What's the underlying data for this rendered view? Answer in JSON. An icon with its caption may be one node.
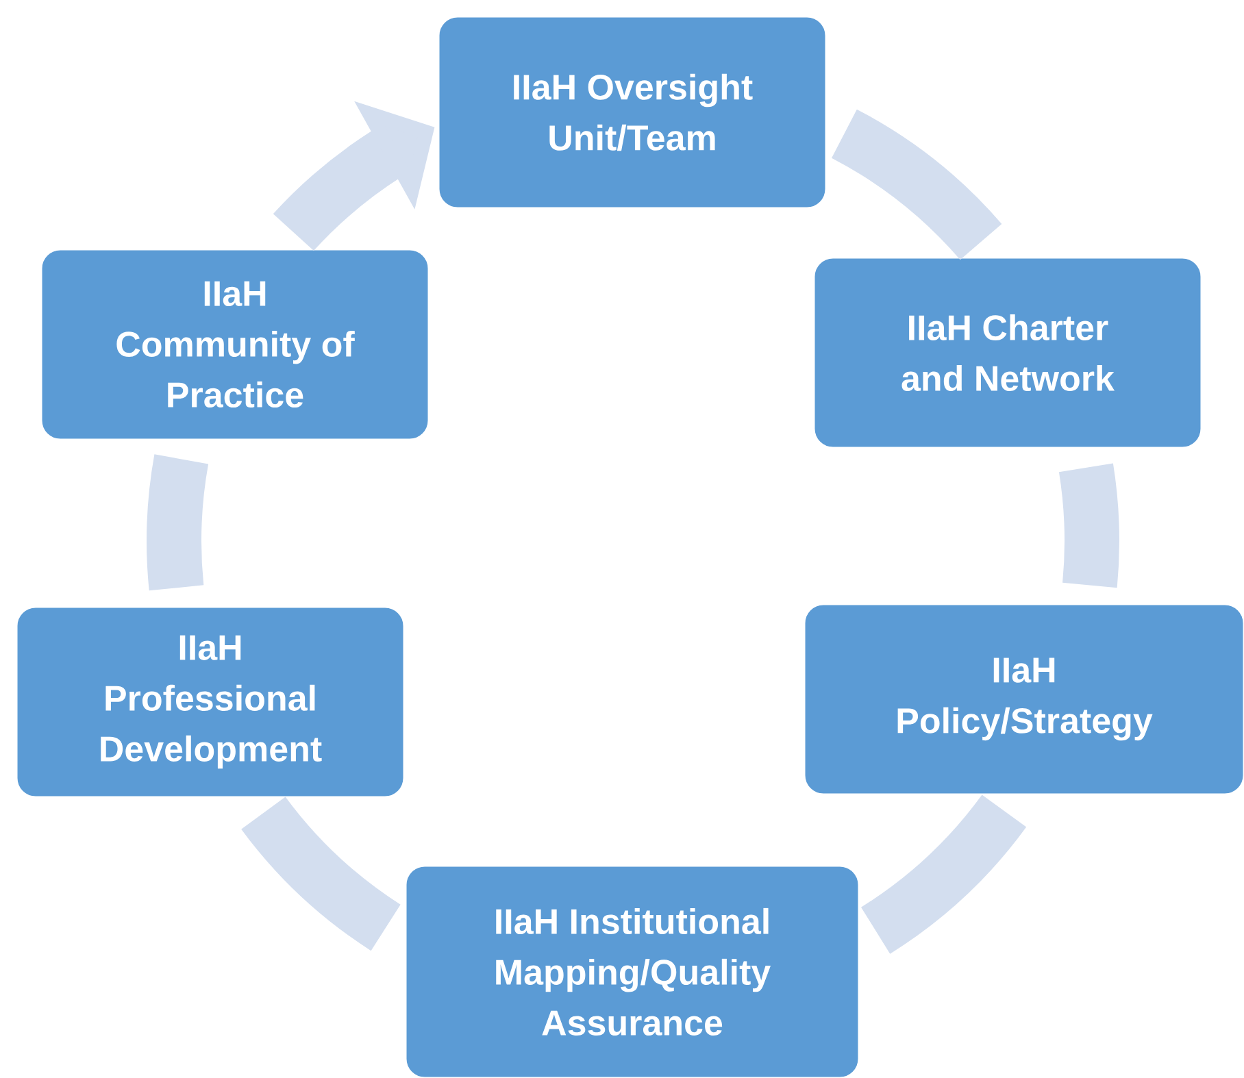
{
  "diagram": {
    "nodes": [
      {
        "text": [
          "IIaH Oversight Unit/Team"
        ]
      },
      {
        "text": [
          "IIaH Charter and Network"
        ]
      },
      {
        "text": [
          "IIaH Policy/Strategy"
        ]
      },
      {
        "text": [
          "IIaH Institutional Mapping/Quality Assurance"
        ]
      },
      {
        "text": [
          "IIaH Professional Development"
        ]
      },
      {
        "text": [
          "IIaH Community of Practice"
        ]
      }
    ],
    "edges": [
      {
        "from": 0,
        "to": 1,
        "arrow": "none"
      },
      {
        "from": 1,
        "to": 2,
        "arrow": "none"
      },
      {
        "from": 2,
        "to": 3,
        "arrow": "none"
      },
      {
        "from": 3,
        "to": 4,
        "arrow": "none"
      },
      {
        "from": 4,
        "to": 5,
        "arrow": "none"
      },
      {
        "from": 5,
        "to": 0,
        "arrow": "to"
      }
    ]
  }
}
